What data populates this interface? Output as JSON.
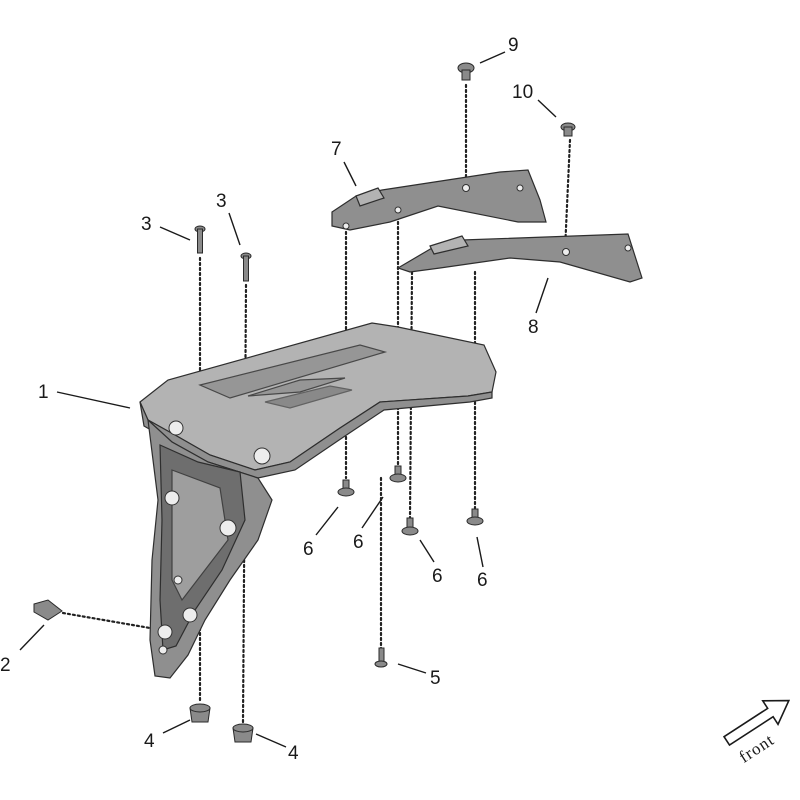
{
  "diagram": {
    "callouts": [
      {
        "id": "c1",
        "label": "1"
      },
      {
        "id": "c2",
        "label": "2"
      },
      {
        "id": "c3a",
        "label": "3"
      },
      {
        "id": "c3b",
        "label": "3"
      },
      {
        "id": "c4a",
        "label": "4"
      },
      {
        "id": "c4b",
        "label": "4"
      },
      {
        "id": "c5",
        "label": "5"
      },
      {
        "id": "c6a",
        "label": "6"
      },
      {
        "id": "c6b",
        "label": "6"
      },
      {
        "id": "c6c",
        "label": "6"
      },
      {
        "id": "c6d",
        "label": "6"
      },
      {
        "id": "c7",
        "label": "7"
      },
      {
        "id": "c8",
        "label": "8"
      },
      {
        "id": "c9",
        "label": "9"
      },
      {
        "id": "c10",
        "label": "10"
      }
    ],
    "direction_label": "front"
  }
}
